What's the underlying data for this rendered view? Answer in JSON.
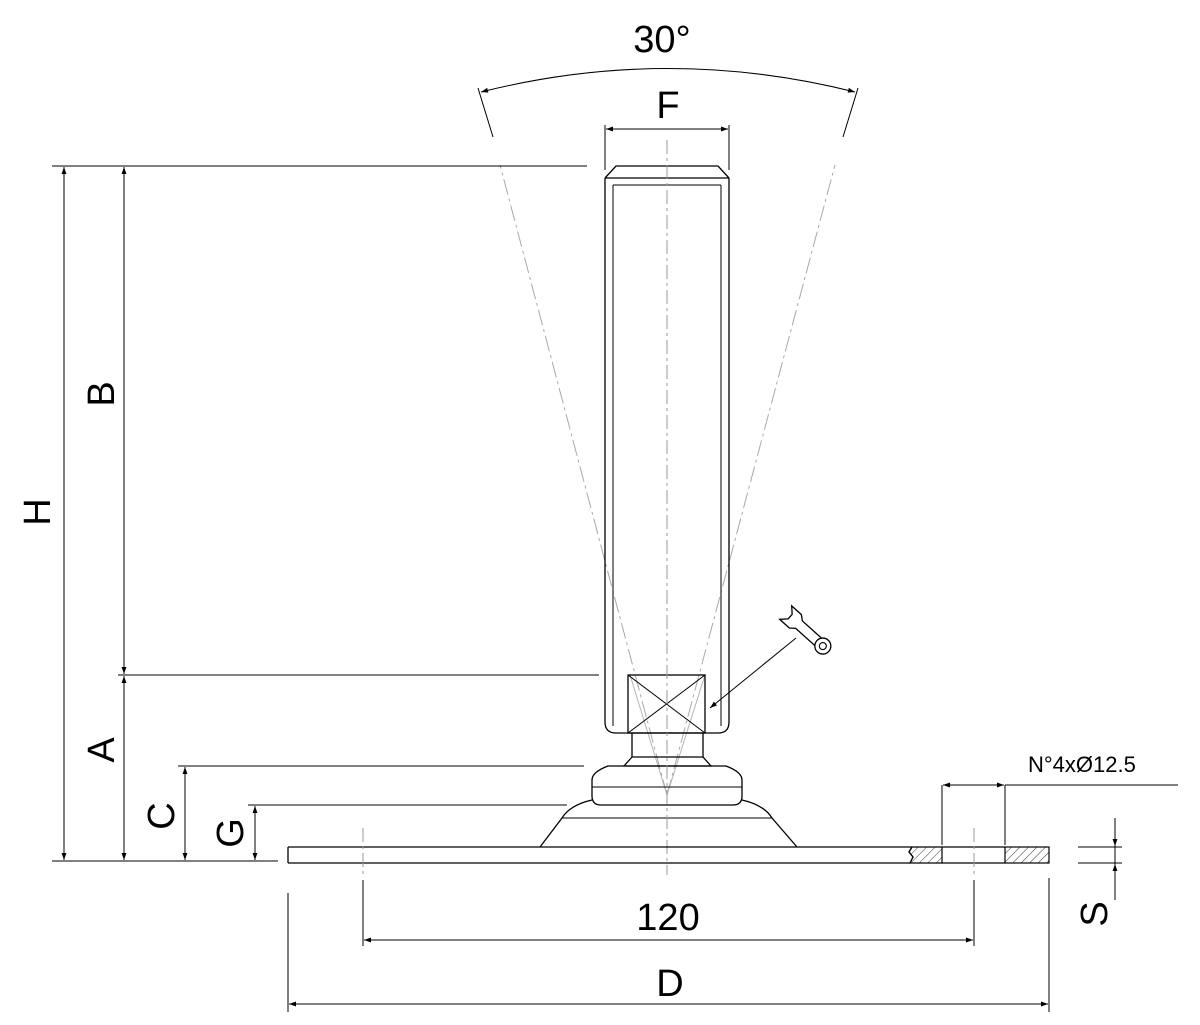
{
  "drawing": {
    "labels": {
      "angle": "30°",
      "F": "F",
      "B": "B",
      "H": "H",
      "A": "A",
      "C": "C",
      "G": "G",
      "S": "S",
      "hole_spacing": "120",
      "D": "D",
      "holes_note": "N°4xØ12.5"
    },
    "icons": [
      "wrench-icon"
    ]
  }
}
